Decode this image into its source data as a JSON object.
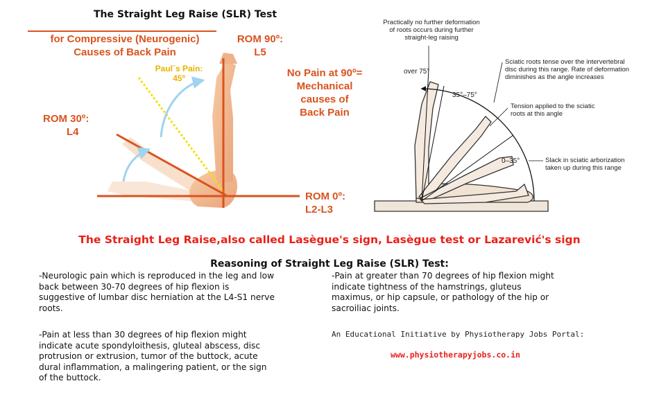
{
  "title": "The Straight Leg Raise (SLR) Test",
  "left_labels": {
    "compressive_line1": "for Compressive (Neurogenic)",
    "compressive_line2": "Causes of Back Pain",
    "rom90_line1": "ROM 90º:",
    "rom90_line2": "L5",
    "pauls_line1": "Paul´s Pain:",
    "pauls_line2": "45º",
    "nopain_line1": "No Pain at 90º=",
    "nopain_line2": "Mechanical",
    "nopain_line3": "causes of",
    "nopain_line4": "Back Pain",
    "rom30_line1": "ROM 30º:",
    "rom30_line2": "L4",
    "rom0_line1": "ROM 0º:",
    "rom0_line2": "L2-L3"
  },
  "right_diagram": {
    "note_top_line1": "Practically no further deformation",
    "note_top_line2": "of roots occurs during further",
    "note_top_line3": "straight-leg raising",
    "note_tense_line1": "Sciatic roots tense over the intervertebral",
    "note_tense_line2": "disc during this range. Rate of deformation",
    "note_tense_line3": "diminishes as the angle increases",
    "note_tension_line1": "Tension applied to the sciatic",
    "note_tension_line2": "roots at this angle",
    "note_slack_line1": "Slack in sciatic arborization",
    "note_slack_line2": "taken up during this range",
    "angle_over": "over 75°",
    "angle_mid": "35°–75°",
    "angle_low": "0–35°"
  },
  "subtitle": "The Straight Leg Raise,also called Lasègue's sign, Lasègue test or Lazarević's sign",
  "reasoning_heading": "Reasoning of Straight Leg Raise (SLR) Test:",
  "left_col": {
    "p1_l1": "-Neurologic pain which is reproduced in the leg and low",
    "p1_l2": "back between 30-70 degrees of hip flexion is",
    "p1_l3": "suggestive of lumbar disc herniation at the L4-S1 nerve",
    "p1_l4": "roots.",
    "p2_l1": "-Pain at less than 30 degrees of hip flexion might",
    "p2_l2": "indicate acute spondyloithesis, gluteal abscess, disc",
    "p2_l3": "protrusion or extrusion, tumor of the buttock, acute",
    "p2_l4": "dural inflammation, a malingering patient, or the sign",
    "p2_l5": "of the buttock."
  },
  "right_col": {
    "p1_l1": "-Pain at greater than 70 degrees of hip flexion might",
    "p1_l2": "indicate tightness of the hamstrings, gluteus",
    "p1_l3": "maximus, or hip capsule, or pathology of the hip or",
    "p1_l4": "sacroiliac joints."
  },
  "credit": "An Educational Initiative by Physiotherapy Jobs Portal:",
  "url": "www.physiotherapyjobs.co.in",
  "colors": {
    "red_label": "#d9531e",
    "yellow_label": "#e8b400",
    "subtitle_red": "#e8211a",
    "skin": "#f2b98e",
    "arrow_blue": "#9fd3ef"
  }
}
